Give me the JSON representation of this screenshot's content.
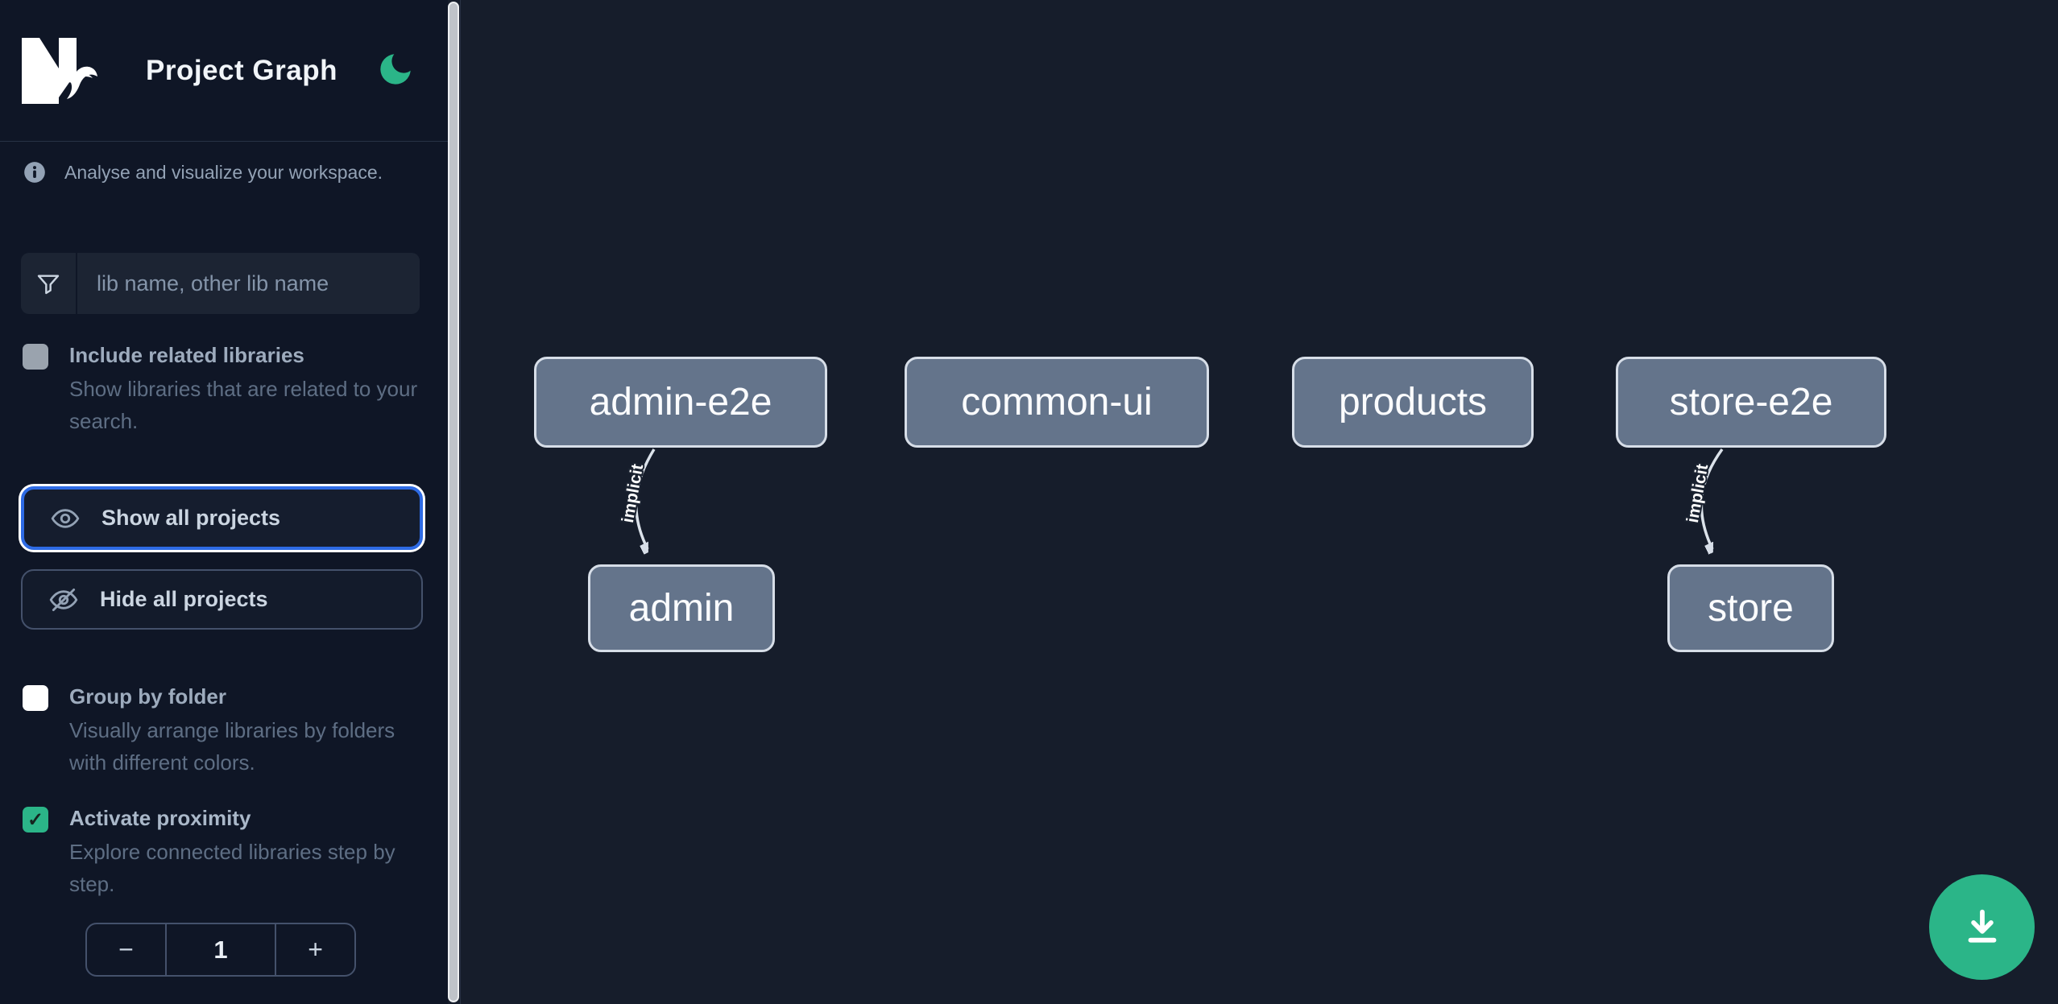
{
  "header": {
    "app_name": "Nx",
    "title": "Project Graph"
  },
  "info_banner": {
    "text": "Analyse and visualize your workspace."
  },
  "filter": {
    "placeholder": "lib name, other lib name"
  },
  "checkboxes": {
    "include_related": {
      "label": "Include related libraries",
      "description": "Show libraries that are related to your search.",
      "checked": false
    },
    "group_by_folder": {
      "label": "Group by folder",
      "description": "Visually arrange libraries by folders with different colors.",
      "checked": false
    },
    "activate_proximity": {
      "label": "Activate proximity",
      "description": "Explore connected libraries step by step.",
      "checked": true
    }
  },
  "buttons": {
    "show_all": "Show all projects",
    "hide_all": "Hide all projects"
  },
  "proximity_stepper": {
    "decrement": "−",
    "value": "1",
    "increment": "+"
  },
  "graph": {
    "nodes": [
      {
        "id": "admin-e2e",
        "label": "admin-e2e"
      },
      {
        "id": "common-ui",
        "label": "common-ui"
      },
      {
        "id": "products",
        "label": "products"
      },
      {
        "id": "store-e2e",
        "label": "store-e2e"
      },
      {
        "id": "admin",
        "label": "admin"
      },
      {
        "id": "store",
        "label": "store"
      }
    ],
    "edges": [
      {
        "source": "admin-e2e",
        "target": "admin",
        "label": "implicit"
      },
      {
        "source": "store-e2e",
        "target": "store",
        "label": "implicit"
      }
    ]
  },
  "icons": {
    "check": "✓"
  },
  "colors": {
    "accent_green": "#2bb588",
    "focus_blue": "#2e6be5",
    "node_fill": "#64748b",
    "node_border": "#d7dee8",
    "sidebar_bg": "#0f1626",
    "canvas_bg": "#161d2b"
  }
}
